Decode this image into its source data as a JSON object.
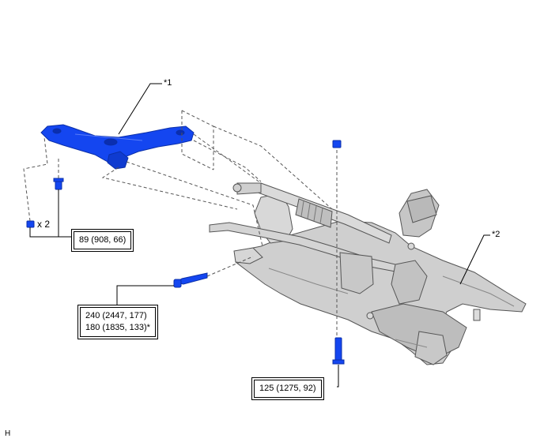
{
  "callouts": {
    "arm_ref": "*1",
    "subframe_ref": "*2",
    "bolt_qty": "x 2"
  },
  "torques": {
    "small_bolt": "89 (908, 66)",
    "long_bolt_line1": "240 (2447, 177)",
    "long_bolt_line2": "180 (1835, 133)*",
    "vertical_bolt": "125 (1275, 92)"
  },
  "corner_label": "H",
  "colors": {
    "part_highlight": "#1446f0",
    "part_gray": "#c9c9c9",
    "line": "#000000"
  }
}
